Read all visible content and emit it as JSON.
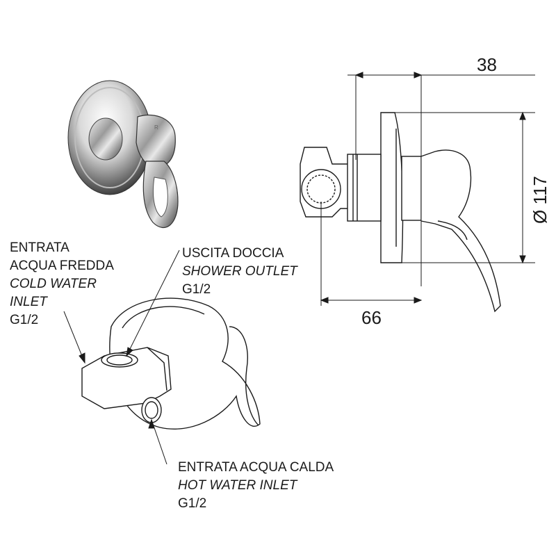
{
  "labels": {
    "cold": {
      "line1": "ENTRATA",
      "line2": "ACQUA FREDDA",
      "line3": "COLD WATER",
      "line4": "INLET",
      "thread": "G1/2"
    },
    "outlet": {
      "line1": "USCITA DOCCIA",
      "line2": "SHOWER OUTLET",
      "thread": "G1/2"
    },
    "hot": {
      "line1": "ENTRATA ACQUA CALDA",
      "line2": "HOT WATER INLET",
      "thread": "G1/2"
    }
  },
  "dimensions": {
    "top_width": "38",
    "bottom_width": "66",
    "diameter": "Ø 117"
  }
}
